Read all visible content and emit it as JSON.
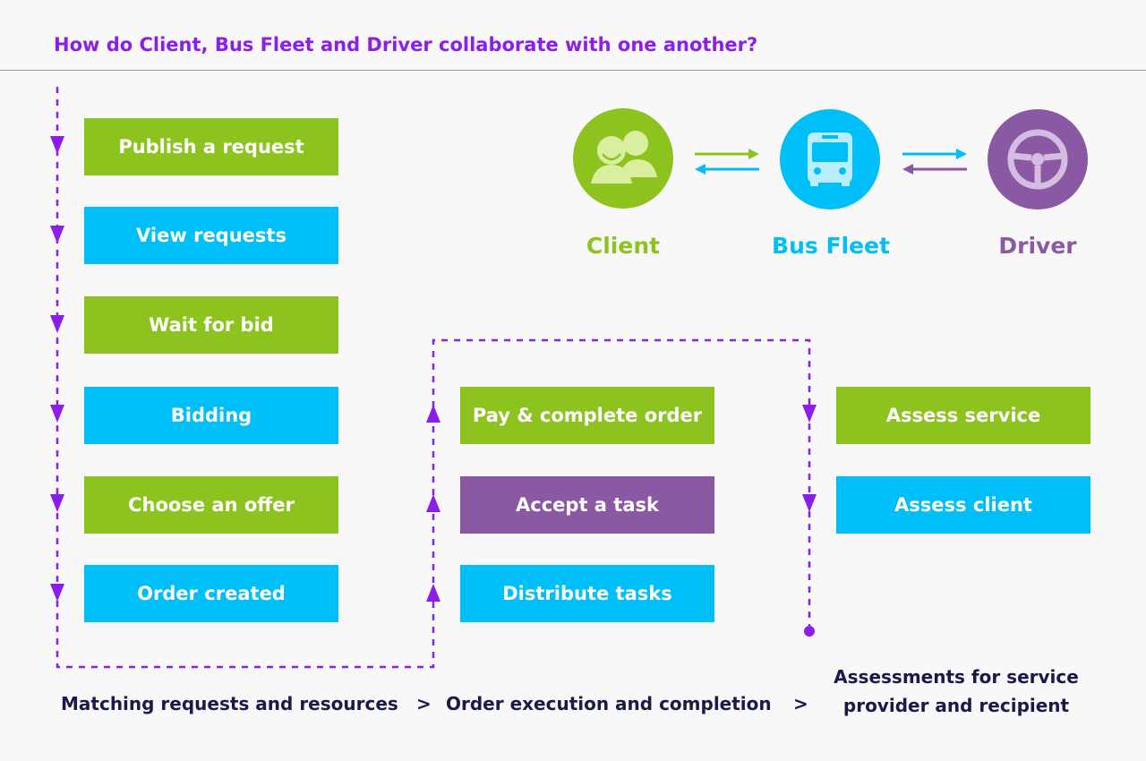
{
  "title": "How do Client, Bus Fleet and Driver collaborate with one another?",
  "actors": {
    "client": {
      "label": "Client",
      "color": "#8dc31f",
      "icon": "client-people-icon"
    },
    "bus_fleet": {
      "label": "Bus Fleet",
      "color": "#00bff8",
      "icon": "bus-icon"
    },
    "driver": {
      "label": "Driver",
      "color": "#8b58a3",
      "icon": "steering-wheel-icon"
    }
  },
  "phase1": {
    "steps": [
      {
        "label": "Publish a request",
        "actor": "client"
      },
      {
        "label": "View requests",
        "actor": "bus_fleet"
      },
      {
        "label": "Wait for bid",
        "actor": "client"
      },
      {
        "label": "Bidding",
        "actor": "bus_fleet"
      },
      {
        "label": "Choose an offer",
        "actor": "client"
      },
      {
        "label": "Order created",
        "actor": "bus_fleet"
      }
    ],
    "caption": "Matching requests and resources"
  },
  "phase2": {
    "steps": [
      {
        "label": "Pay & complete order",
        "actor": "client"
      },
      {
        "label": "Accept a task",
        "actor": "driver"
      },
      {
        "label": "Distribute tasks",
        "actor": "bus_fleet"
      }
    ],
    "caption": "Order execution and completion"
  },
  "phase3": {
    "steps": [
      {
        "label": "Assess service",
        "actor": "client"
      },
      {
        "label": "Assess client",
        "actor": "bus_fleet"
      }
    ],
    "caption_line1": "Assessments for service",
    "caption_line2": "provider and recipient"
  },
  "separator": ">",
  "flow_color": "#8b1ee8"
}
